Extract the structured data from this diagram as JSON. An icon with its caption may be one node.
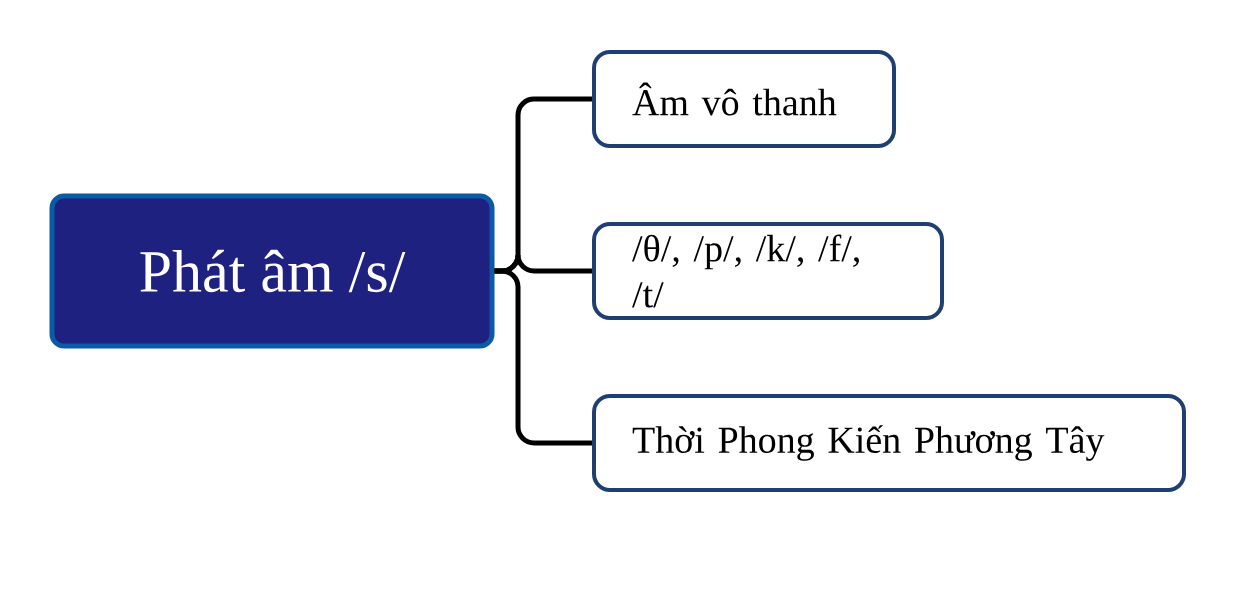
{
  "diagram": {
    "nodes": [
      {
        "text": [
          "Phát âm /s/"
        ]
      },
      {
        "text": [
          "Âm vô thanh"
        ]
      },
      {
        "text": [
          "/θ/, /p/, /k/, /f/, /t/"
        ]
      },
      {
        "text": [
          "Thời  Phong Kiến Phương Tây"
        ]
      }
    ],
    "edges": [
      {
        "from": 0,
        "to": 1,
        "arrow": "none"
      },
      {
        "from": 0,
        "to": 2,
        "arrow": "none"
      },
      {
        "from": 0,
        "to": 3,
        "arrow": "none"
      }
    ]
  }
}
